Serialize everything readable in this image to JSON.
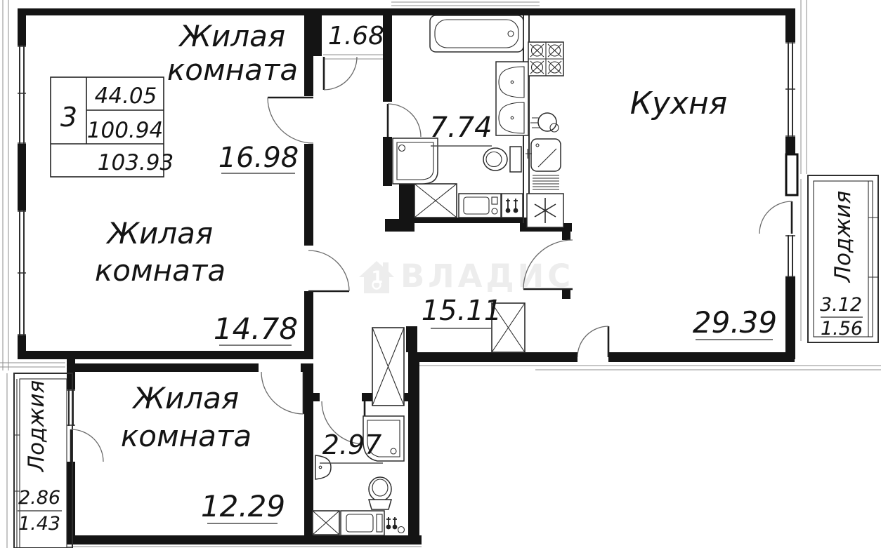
{
  "plan_type": "apartment-floor-plan",
  "watermark": {
    "text": "ВЛАДИС",
    "house_glyph": "1",
    "color": "#ededed"
  },
  "info_table": {
    "rooms_count": "3",
    "living_area": "44.05",
    "area_main": "100.94",
    "area_total": "103.93"
  },
  "rooms": {
    "living1": {
      "name_line1": "Жилая",
      "name_line2": "комната",
      "area": "16.98"
    },
    "living2": {
      "name_line1": "Жилая",
      "name_line2": "комната",
      "area": "14.78"
    },
    "living3": {
      "name_line1": "Жилая",
      "name_line2": "комната",
      "area": "12.29"
    },
    "kitchen": {
      "name": "Кухня",
      "area": "29.39"
    },
    "hallway": {
      "area": "15.11"
    },
    "vestibule": {
      "area": "1.68"
    },
    "bathroom": {
      "area": "7.74"
    },
    "wc": {
      "area": "2.97"
    },
    "loggia_right": {
      "name": "Лоджия",
      "area_full": "3.12",
      "area_reduced": "1.56"
    },
    "loggia_left": {
      "name": "Лоджия",
      "area_full": "2.86",
      "area_reduced": "1.43"
    }
  }
}
